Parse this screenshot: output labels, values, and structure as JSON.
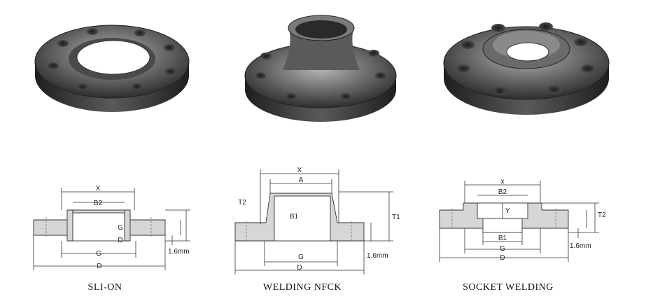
{
  "figures": [
    {
      "id": "slip-on",
      "caption": "SLI-ON",
      "labels": {
        "x": "X",
        "b": "B2",
        "g_inner": "G",
        "d_inner": "D",
        "g": "G",
        "d": "D",
        "raise": "1.6mm"
      }
    },
    {
      "id": "welding-neck",
      "caption": "WELDING NFCK",
      "labels": {
        "x": "X",
        "a": "A",
        "t2": "T2",
        "b": "B1",
        "t1": "T1",
        "g": "G",
        "d": "D",
        "raise": "1.6mm"
      }
    },
    {
      "id": "socket-welding",
      "caption": "SOCKET WELDING",
      "labels": {
        "x": "x",
        "b2": "B2",
        "y": "Y",
        "b1": "B1",
        "g": "G",
        "d": "D",
        "t2": "T2",
        "raise": "1.6mm"
      }
    }
  ],
  "colors": {
    "metal_dark": "#2e2e2e",
    "metal_mid": "#6a6a6a",
    "metal_light": "#a8a8a8",
    "section": "#d6d6d6"
  }
}
